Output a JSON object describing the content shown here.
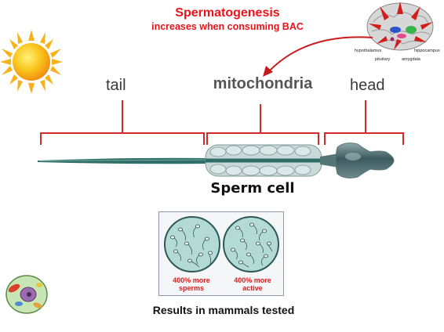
{
  "title": "Spermatogenesis",
  "subtitle": "increases when consuming BAC",
  "labels": {
    "tail": "tail",
    "mitochondria": "mitochondria",
    "head": "head",
    "sperm_cell": "Sperm cell"
  },
  "brain_labels": {
    "hypothalamus": "hypothalamus",
    "hippocampus": "hippocampus",
    "pituitary": "pituitary",
    "amygdala": "amygdala"
  },
  "results": {
    "left_caption": "400% more sperms",
    "right_caption": "400% more active",
    "label": "Results in mammals tested"
  },
  "colors": {
    "accent_red": "#e8141a",
    "bracket_red": "#d42a2a",
    "sperm_teal": "#2f6f67"
  }
}
